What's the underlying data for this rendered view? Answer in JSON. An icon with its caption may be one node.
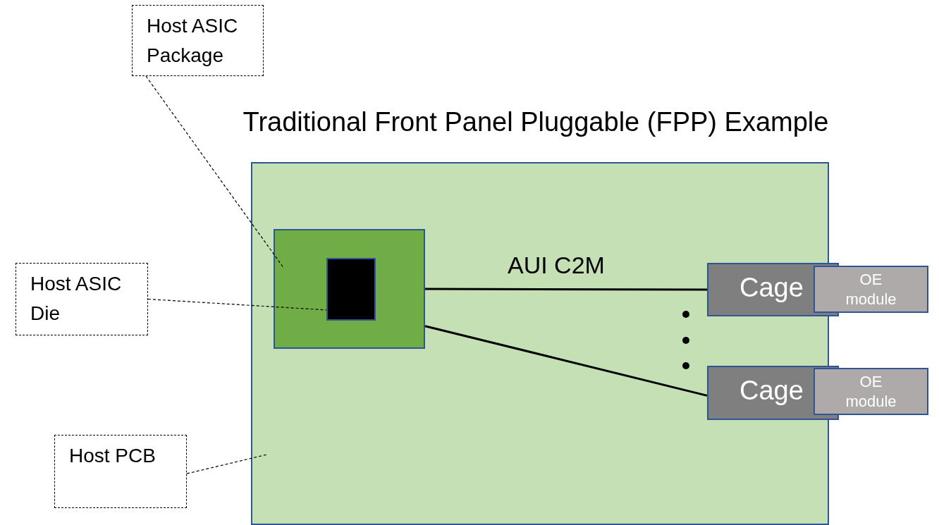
{
  "diagram": {
    "title": "Traditional Front Panel Pluggable (FPP) Example",
    "nodes": [
      {
        "text": [
          "Host ASIC Package"
        ]
      },
      {
        "text": [
          "Host ASIC Die"
        ]
      },
      {
        "text": [
          "Host PCB"
        ]
      },
      {
        "text": [],
        "shape": "box"
      },
      {
        "text": [],
        "shape": "box",
        "in": 3
      },
      {
        "text": [],
        "shape": "box",
        "in": 4
      },
      {
        "text": [
          "Cage"
        ]
      },
      {
        "text": [
          "OE module"
        ]
      },
      {
        "text": [
          "Cage"
        ]
      },
      {
        "text": [
          "OE module"
        ]
      }
    ],
    "edges": [
      {
        "from": 0,
        "to": 4,
        "arrow": "none",
        "style": "dashed"
      },
      {
        "from": 1,
        "to": 5,
        "arrow": "none",
        "style": "dashed"
      },
      {
        "from": 2,
        "to": 3,
        "arrow": "none",
        "style": "dashed"
      },
      {
        "from": 4,
        "to": 6,
        "arrow": "none",
        "label": "AUI C2M"
      },
      {
        "from": 4,
        "to": 8,
        "arrow": "none"
      }
    ]
  }
}
